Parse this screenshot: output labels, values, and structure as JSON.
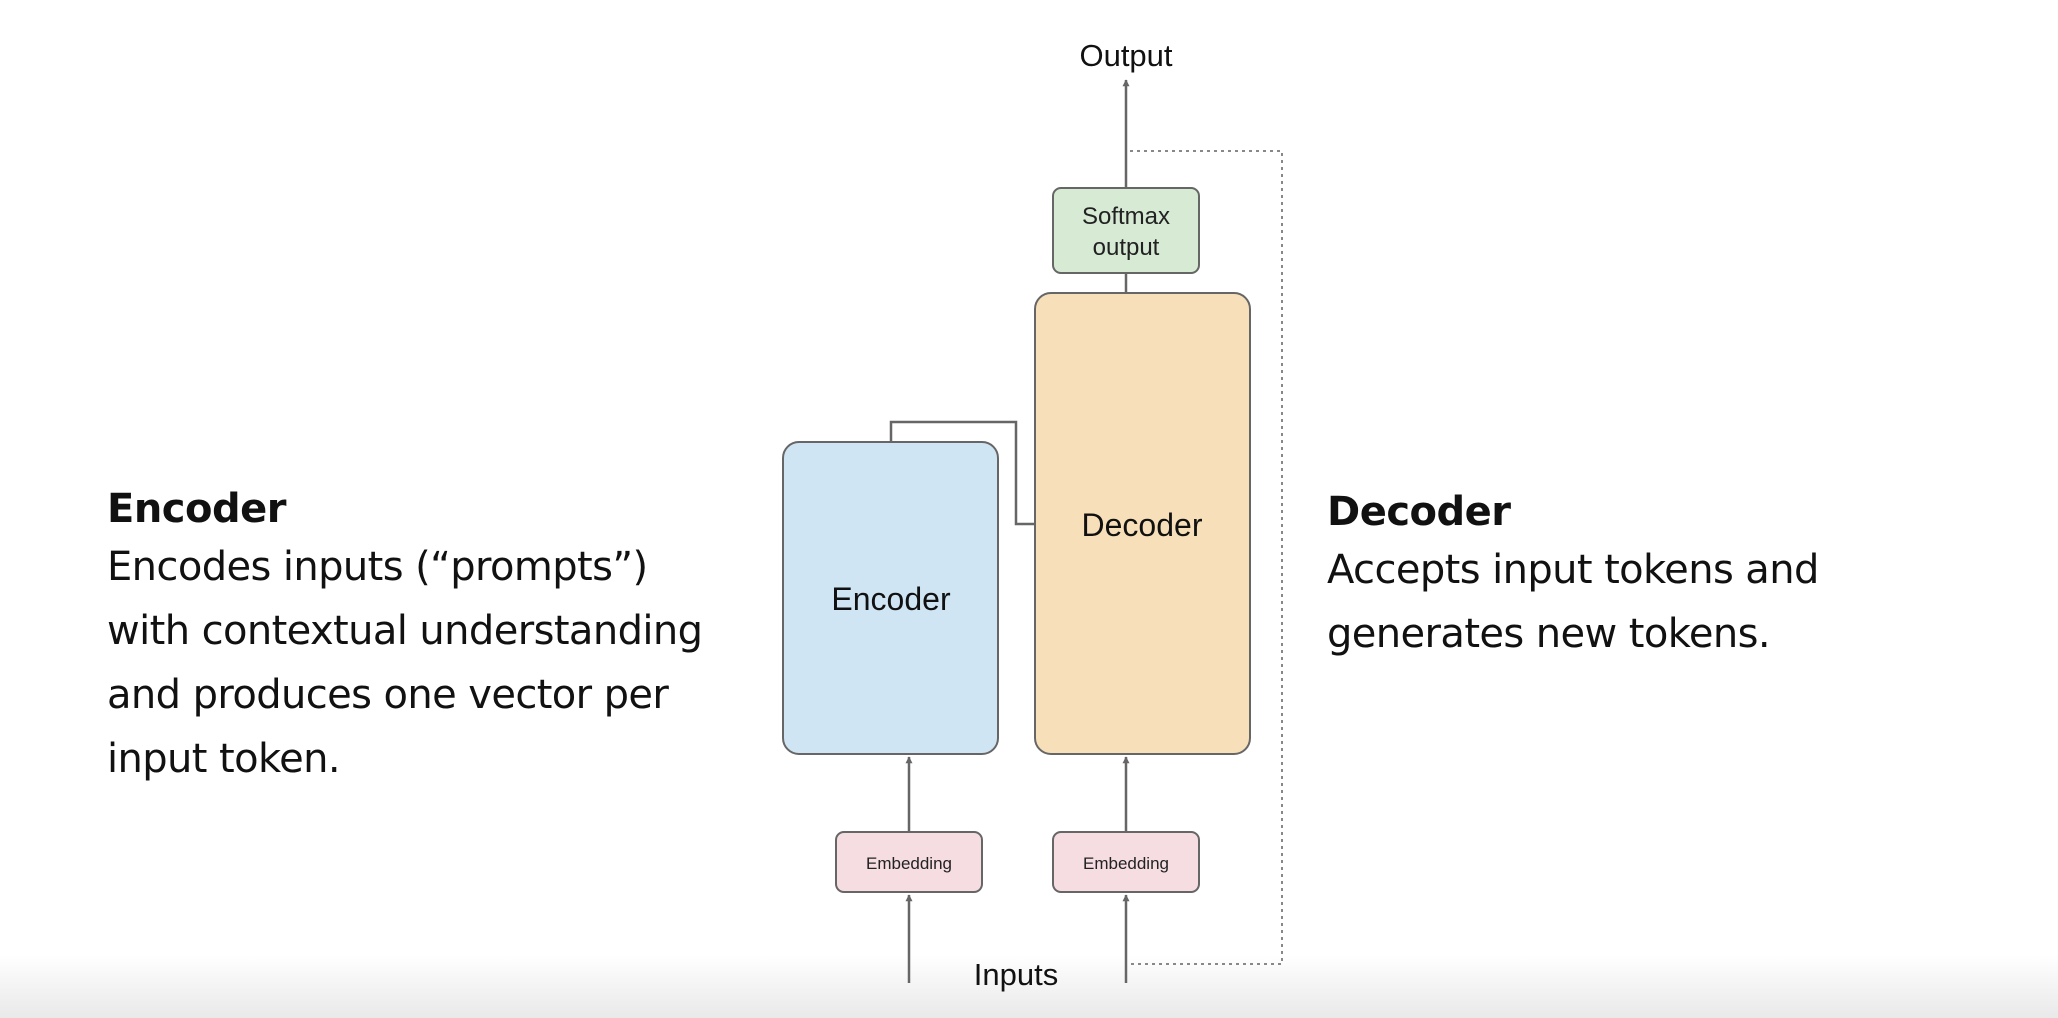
{
  "diagram": {
    "output_label": "Output",
    "inputs_label": "Inputs",
    "softmax_label_line1": "Softmax",
    "softmax_label_line2": "output",
    "encoder_box_label": "Encoder",
    "decoder_box_label": "Decoder",
    "encoder_embedding_label": "Embedding",
    "decoder_embedding_label": "Embedding"
  },
  "left_panel": {
    "heading": "Encoder",
    "body_lines": [
      "Encodes inputs (“prompts”)",
      "with contextual understanding",
      "and produces one vector per",
      "input token."
    ]
  },
  "right_panel": {
    "heading": "Decoder",
    "body_lines": [
      "Accepts input tokens and",
      "generates new tokens."
    ]
  },
  "colors": {
    "encoder_fill": "#cfe5f4",
    "decoder_fill": "#f7e0b9",
    "softmax_fill": "#d6ead4",
    "embedding_fill": "#f5dde2",
    "line": "#666666",
    "text": "#111111"
  }
}
